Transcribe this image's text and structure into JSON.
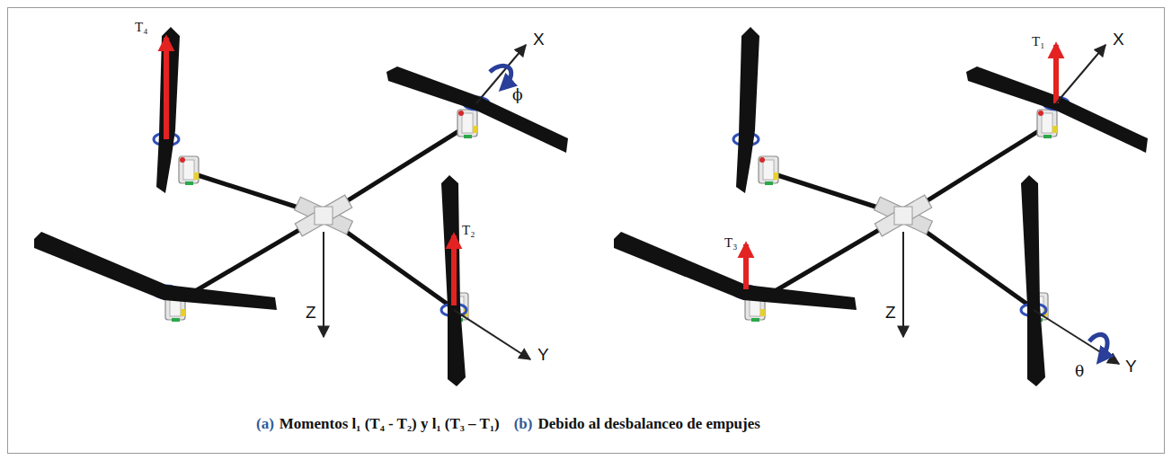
{
  "diagram": {
    "labels": [
      "T₄",
      "X",
      "ϕ",
      "T₂",
      "Y",
      "Z",
      "T₁",
      "X",
      "T₃",
      "Z",
      "θ",
      "Y",
      "(a)",
      "Momentos l₁ (T₄ - T₂) y l₁ (T₃ – T₁)",
      "(b)",
      "Debido al desbalanceo de empujes"
    ]
  }
}
